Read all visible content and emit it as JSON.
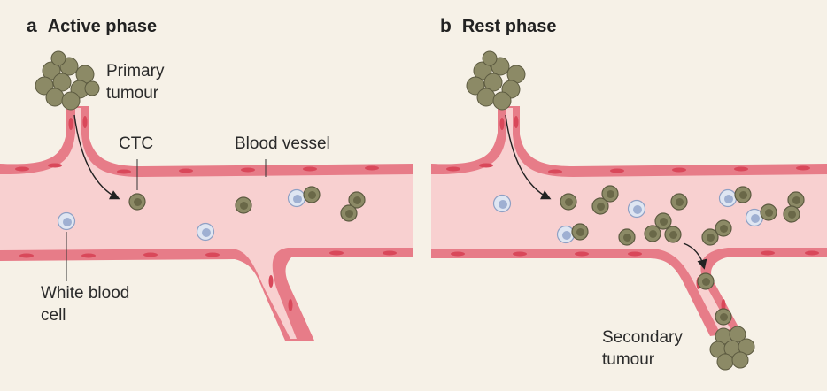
{
  "panel_a": {
    "letter": "a",
    "title": "Active phase",
    "labels": {
      "primary_tumour_line1": "Primary",
      "primary_tumour_line2": "tumour",
      "ctc": "CTC",
      "blood_vessel": "Blood vessel",
      "white_blood_cell_line1": "White blood",
      "white_blood_cell_line2": "cell"
    }
  },
  "panel_b": {
    "letter": "b",
    "title": "Rest phase",
    "labels": {
      "secondary_tumour_line1": "Secondary",
      "secondary_tumour_line2": "tumour"
    }
  },
  "colors": {
    "background": "#f6f1e7",
    "vessel_wall": "#e77c88",
    "vessel_lumen": "#f8d0d0",
    "endothelial_cell": "#d9485a",
    "tumour_cell": "#8c8a66",
    "tumour_nucleus": "#6a6848",
    "white_blood_cell": "#c9d4e6",
    "wbc_nucleus": "#8fa0c4"
  },
  "icons": [
    "tumour-cell-icon",
    "white-blood-cell-icon",
    "arrow-icon"
  ]
}
